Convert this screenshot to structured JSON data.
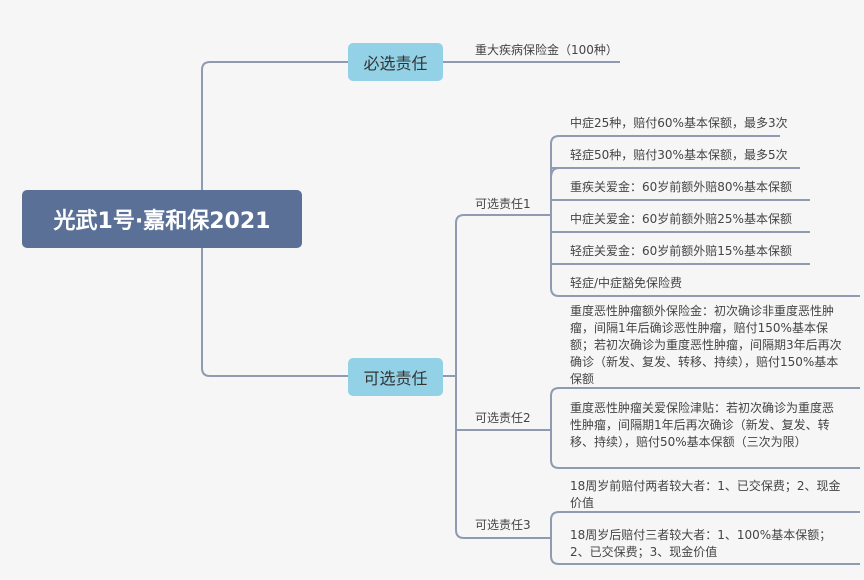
{
  "root": "光武1号·嘉和保2021",
  "mandatory": {
    "label": "必选责任",
    "items": [
      "重大疾病保险金（100种）"
    ]
  },
  "optional": {
    "label": "可选责任",
    "groups": [
      {
        "label": "可选责任1",
        "items": [
          "中症25种，赔付60%基本保额，最多3次",
          "轻症50种，赔付30%基本保额，最多5次",
          "重疾关爱金：60岁前额外赔80%基本保额",
          "中症关爱金：60岁前额外赔25%基本保额",
          "轻症关爱金：60岁前额外赔15%基本保额",
          "轻症/中症豁免保险费"
        ]
      },
      {
        "label": "可选责任2",
        "items": [
          "重度恶性肿瘤额外保险金：初次确诊非重度恶性肿瘤，间隔1年后确诊恶性肿瘤，赔付150%基本保额；若初次确诊为重度恶性肿瘤，间隔期3年后再次确诊（新发、复发、转移、持续），赔付150%基本保额",
          "重度恶性肿瘤关爱保险津贴：若初次确诊为重度恶性肿瘤，间隔期1年后再次确诊（新发、复发、转移、持续），赔付50%基本保额（三次为限）"
        ]
      },
      {
        "label": "可选责任3",
        "items": [
          "18周岁前赔付两者较大者：1、已交保费；2、现金价值",
          "18周岁后赔付三者较大者：1、100%基本保额；2、已交保费；3、现金价值"
        ]
      }
    ]
  }
}
